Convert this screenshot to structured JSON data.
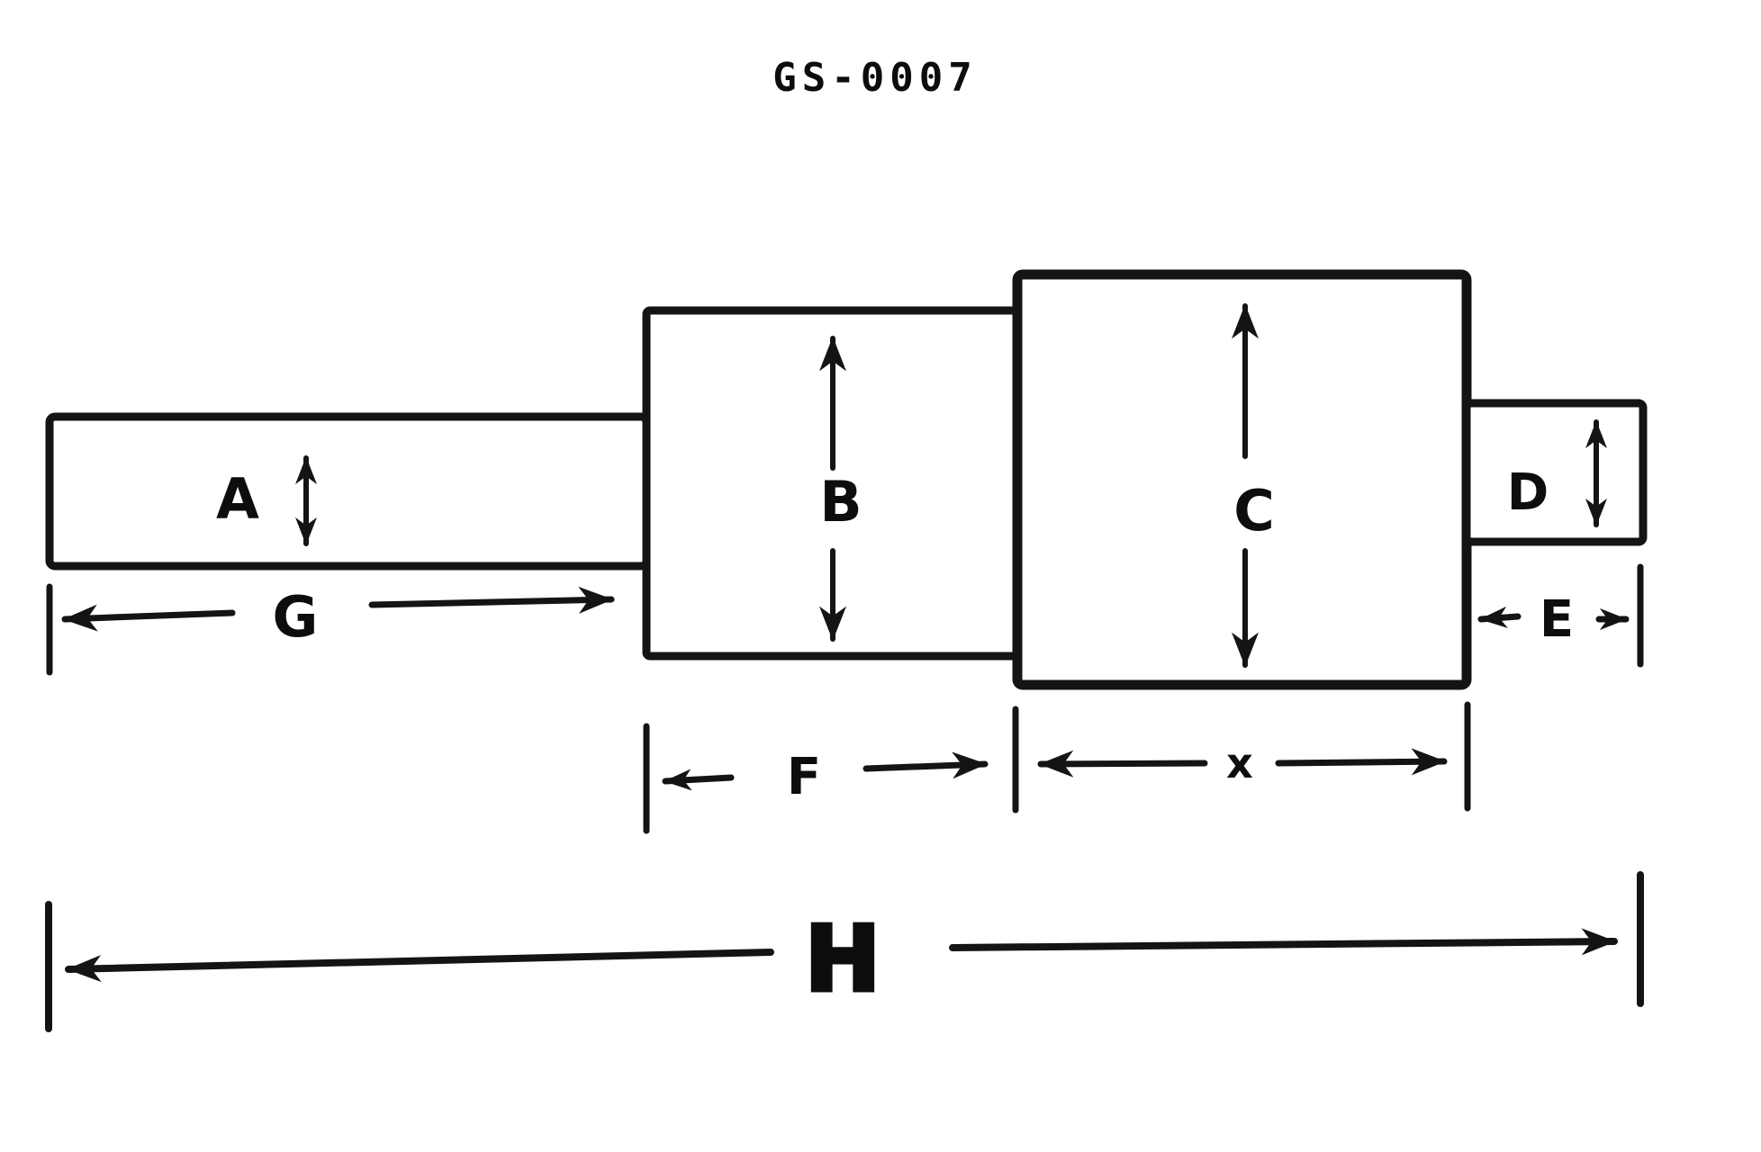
{
  "title": "GS-0007",
  "colors": {
    "ink": "#141414",
    "background": "#ffffff"
  },
  "figure": {
    "type": "technical-dimension-diagram",
    "labels": {
      "a": "A",
      "b": "B",
      "c": "C",
      "d": "D",
      "e": "E",
      "f": "F",
      "g": "G",
      "x": "x",
      "h": "H"
    }
  }
}
